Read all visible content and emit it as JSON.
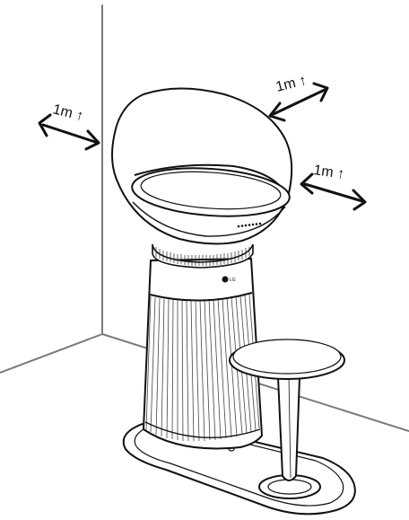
{
  "illustration": {
    "clearance_labels": {
      "left": "1m ↑",
      "top_right": "1m ↑",
      "right": "1m ↑"
    },
    "product": {
      "logo": "LG"
    },
    "colors": {
      "line": "#111111",
      "wall": "#7a7a7a",
      "background": "#ffffff"
    }
  }
}
